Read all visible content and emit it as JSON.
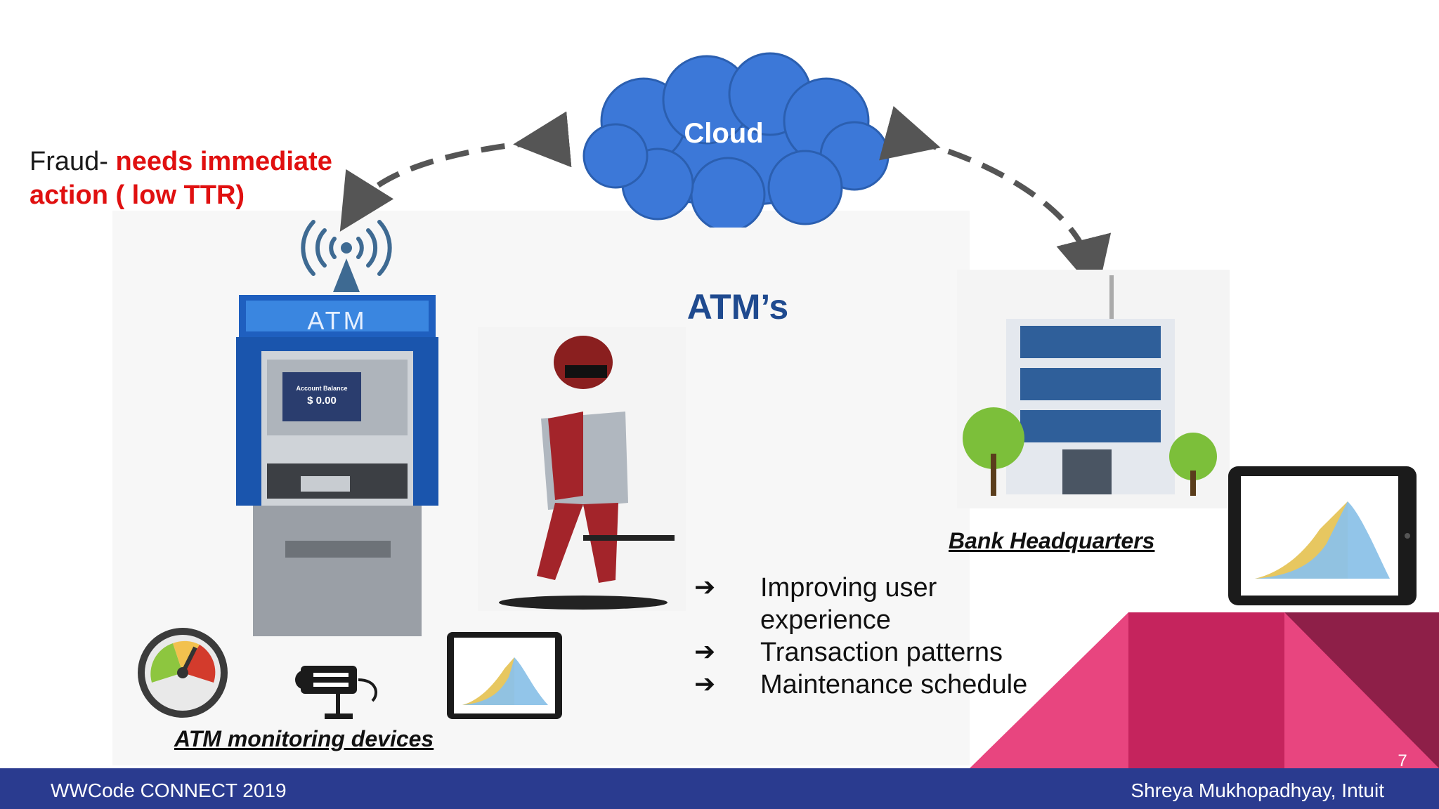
{
  "fraud": {
    "prefix": "Fraud- ",
    "emphasis": "needs immediate action ( low TTR)"
  },
  "cloud": {
    "label": "Cloud",
    "color": "#3c78d8"
  },
  "title": "ATM’s",
  "atm_sign": "ATM",
  "atm_screen": {
    "heading": "Account Balance",
    "amount": "$ 0.00"
  },
  "captions": {
    "bank": "Bank Headquarters",
    "monitoring": "ATM monitoring devices"
  },
  "bullets": [
    {
      "arrow": "➔",
      "text": "Improving user experience"
    },
    {
      "arrow": "➔",
      "text": "Transaction patterns"
    },
    {
      "arrow": "➔",
      "text": "Maintenance schedule"
    }
  ],
  "footer": {
    "left": "WWCode CONNECT 2019",
    "right": "Shreya Mukhopadhyay, Intuit",
    "page": "7"
  },
  "colors": {
    "accent_red": "#e01010",
    "title_blue": "#1f4a8f",
    "footer_bg": "#2a3b8f",
    "atm_blue": "#1f5fbf",
    "pink": "#e8457f",
    "magenta": "#c5245d",
    "dark_magenta": "#8e1f48"
  },
  "icons": [
    "antenna-signal-icon",
    "gauge-icon",
    "security-camera-icon",
    "tablet-chart-icon",
    "bank-building-icon",
    "burglar-illustration"
  ]
}
